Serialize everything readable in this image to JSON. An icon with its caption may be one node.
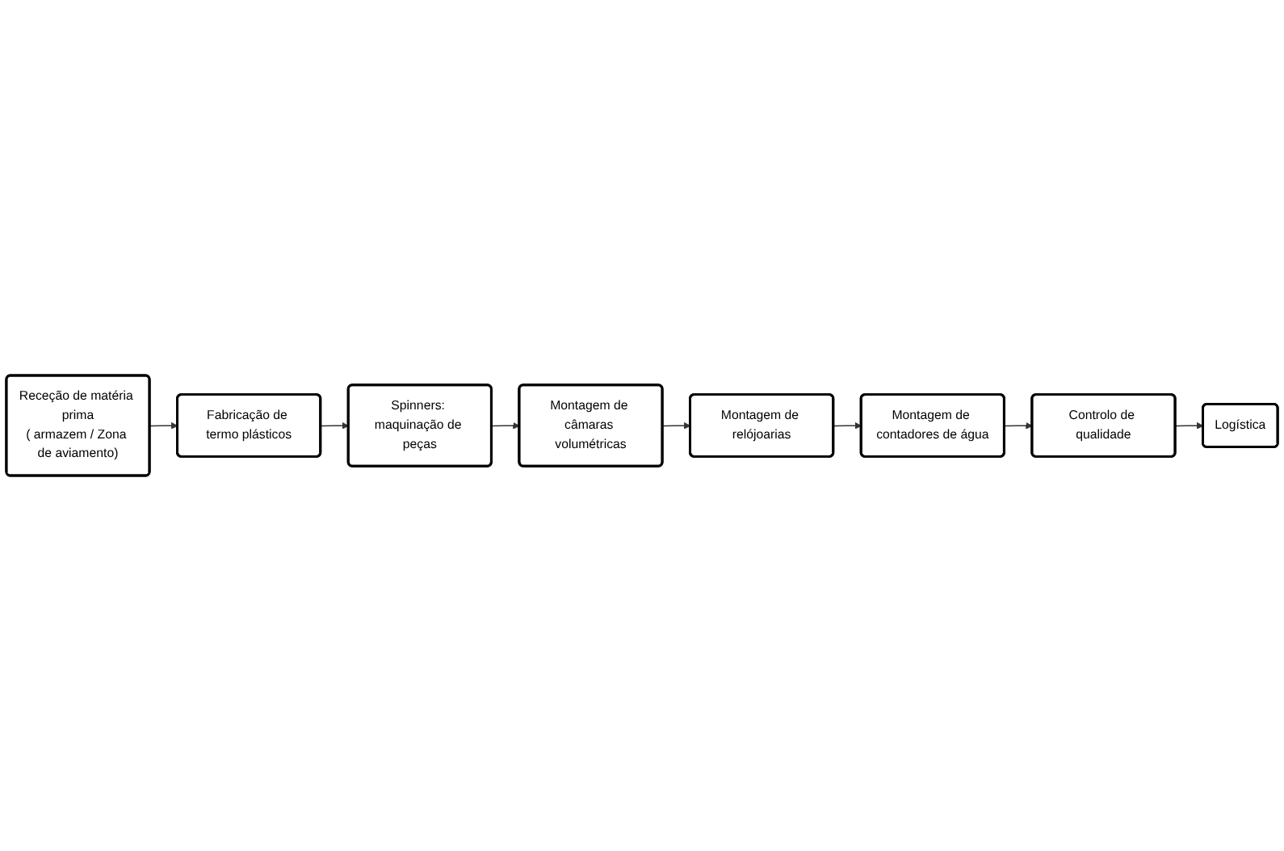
{
  "diagram": {
    "nodes": [
      {
        "text": [
          "Receção de matéria prima",
          "( armazem / Zona de aviamento)"
        ]
      },
      {
        "text": [
          "Fabricação de termo plásticos"
        ]
      },
      {
        "text": [
          "Spinners: maquinação de peças"
        ]
      },
      {
        "text": [
          "Montagem de câmaras volumétricas"
        ]
      },
      {
        "text": [
          "Montagem de relójoarias"
        ]
      },
      {
        "text": [
          "Montagem de contadores de água"
        ]
      },
      {
        "text": [
          "Controlo de qualidade"
        ]
      },
      {
        "text": [
          "Logística"
        ]
      }
    ],
    "edges": [
      {
        "from": 0,
        "to": 1,
        "arrow": "to"
      },
      {
        "from": 1,
        "to": 2,
        "arrow": "to"
      },
      {
        "from": 2,
        "to": 3,
        "arrow": "to"
      },
      {
        "from": 3,
        "to": 4,
        "arrow": "to"
      },
      {
        "from": 4,
        "to": 5,
        "arrow": "to"
      },
      {
        "from": 5,
        "to": 6,
        "arrow": "to"
      },
      {
        "from": 6,
        "to": 7,
        "arrow": "to"
      }
    ]
  }
}
